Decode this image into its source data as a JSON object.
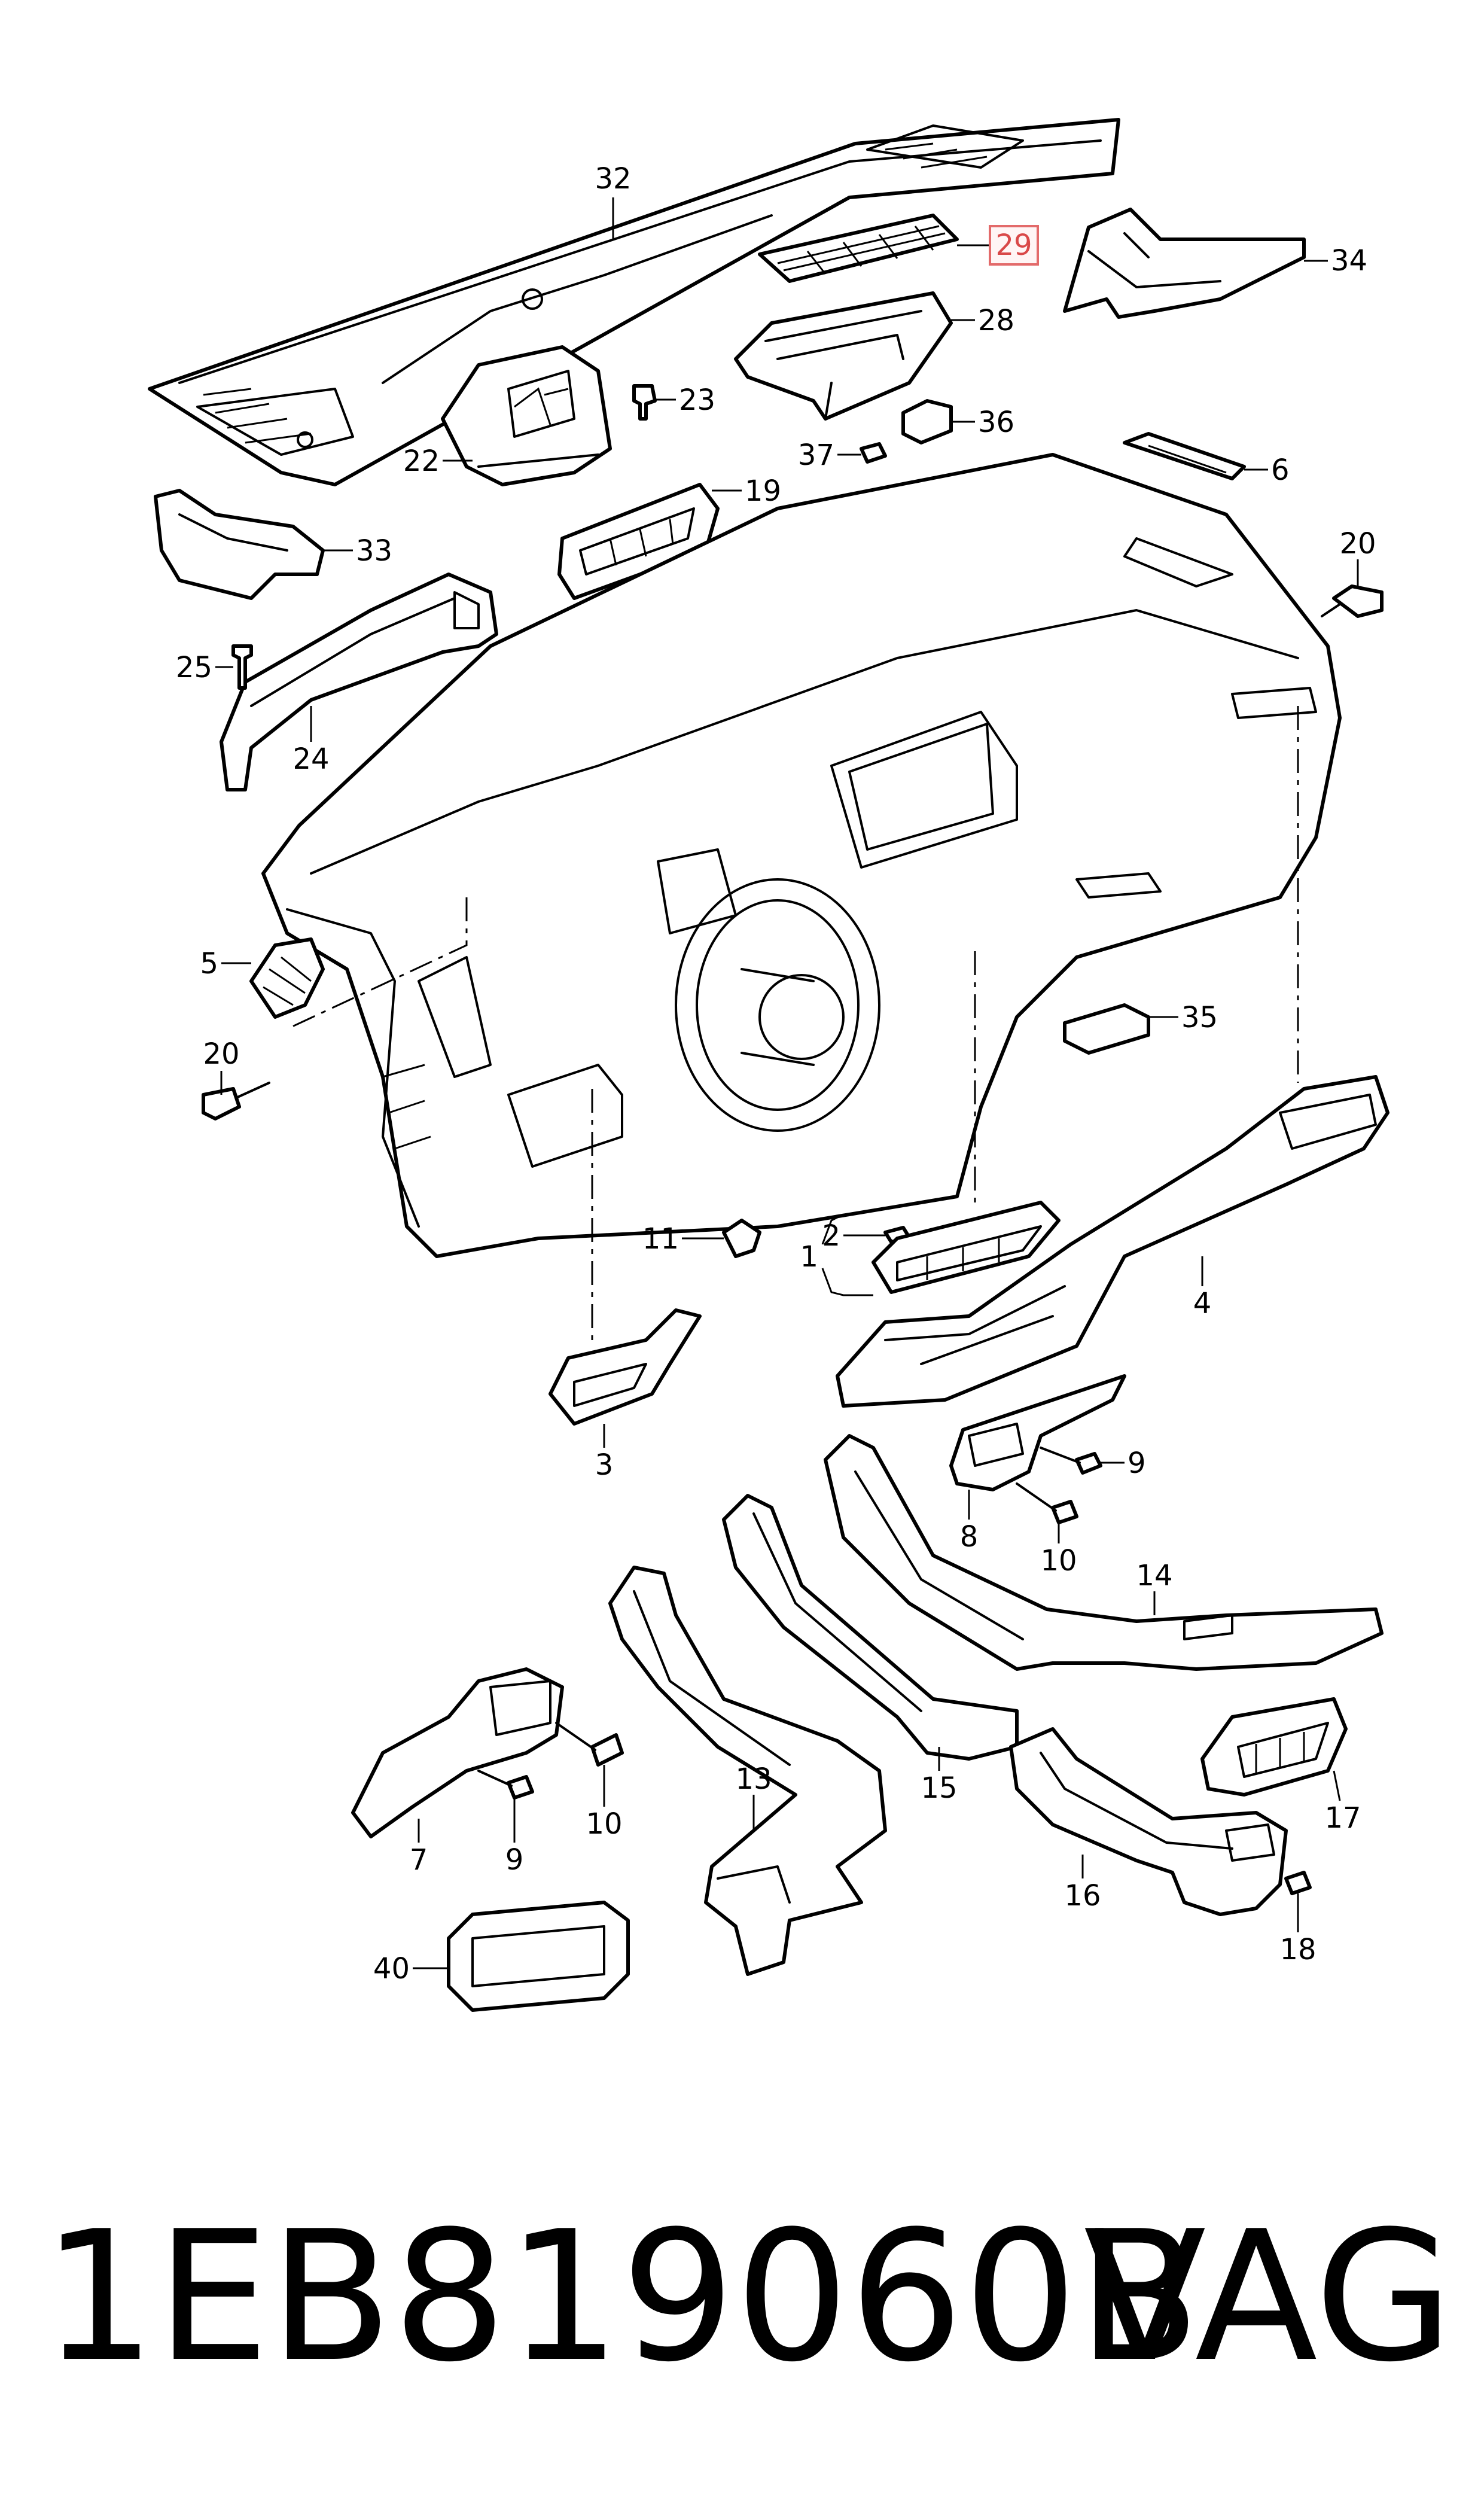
{
  "caption": {
    "part_number": "1EB819060B",
    "brand": "VAG"
  },
  "highlight_color": "#e36a6a",
  "callouts": {
    "c32": "32",
    "c29": "29",
    "c34": "34",
    "c28": "28",
    "c23": "23",
    "c22": "22",
    "c36": "36",
    "c37": "37",
    "c6": "6",
    "c19": "19",
    "c33": "33",
    "c20a": "20",
    "c25": "25",
    "c24": "24",
    "c5": "5",
    "c20b": "20",
    "c35": "35",
    "c11": "11",
    "c2": "2",
    "c1": "1",
    "c4": "4",
    "c3": "3",
    "c9a": "9",
    "c8": "8",
    "c10a": "10",
    "c14": "14",
    "c17": "17",
    "c13": "13",
    "c15": "15",
    "c7": "7",
    "c9b": "9",
    "c10b": "10",
    "c16": "16",
    "c18": "18",
    "c40": "40"
  }
}
